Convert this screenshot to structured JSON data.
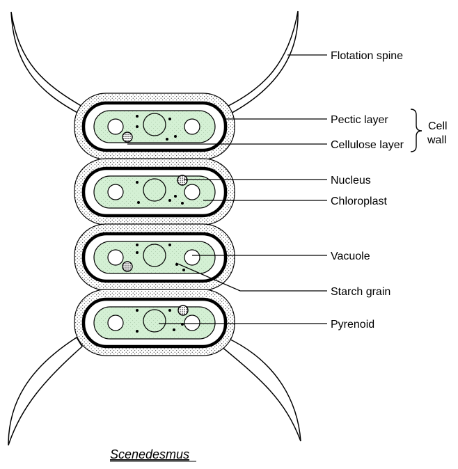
{
  "diagram": {
    "title": "Scenedesmus",
    "labels": {
      "flotation_spine": "Flotation spine",
      "pectic_layer": "Pectic layer",
      "cellulose_layer": "Cellulose layer",
      "cell_wall_line1": "Cell",
      "cell_wall_line2": "wall",
      "nucleus": "Nucleus",
      "chloroplast": "Chloroplast",
      "vacuole": "Vacuole",
      "starch_grain": "Starch grain",
      "pyrenoid": "Pyrenoid"
    },
    "colors": {
      "chloroplast_fill": "#d4f0d4",
      "stroke": "#000000",
      "background": "#ffffff"
    }
  }
}
